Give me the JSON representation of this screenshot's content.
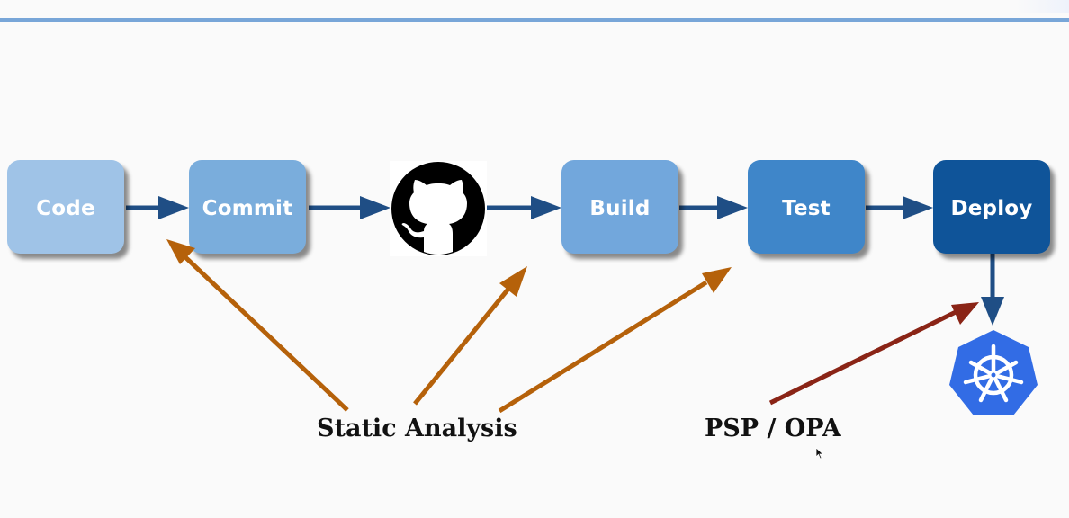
{
  "slide": {
    "accent_rule_color": "#78a6d8",
    "background": "#fafafa"
  },
  "pipeline": {
    "stages": [
      {
        "id": "code",
        "label": "Code",
        "color": "#9fc3e7"
      },
      {
        "id": "commit",
        "label": "Commit",
        "color": "#7aaddc"
      },
      {
        "id": "build",
        "label": "Build",
        "color": "#72a7dc"
      },
      {
        "id": "test",
        "label": "Test",
        "color": "#3f86c9"
      },
      {
        "id": "deploy",
        "label": "Deploy",
        "color": "#0f5499"
      }
    ],
    "repository_icon": "github-icon",
    "target_icon": "kubernetes-icon",
    "flow_arrow_color": "#1f4e85",
    "flow": [
      "Code",
      "Commit",
      "GitHub",
      "Build",
      "Test",
      "Deploy",
      "Kubernetes"
    ]
  },
  "annotations": {
    "static_analysis": {
      "label": "Static Analysis",
      "color": "#b5610a",
      "points_to": [
        "Commit",
        "GitHub",
        "Build"
      ]
    },
    "admission": {
      "label": "PSP / OPA",
      "color": "#8a2416",
      "points_to": [
        "Kubernetes"
      ]
    }
  },
  "icons": {
    "kubernetes_color": "#326ce5"
  }
}
